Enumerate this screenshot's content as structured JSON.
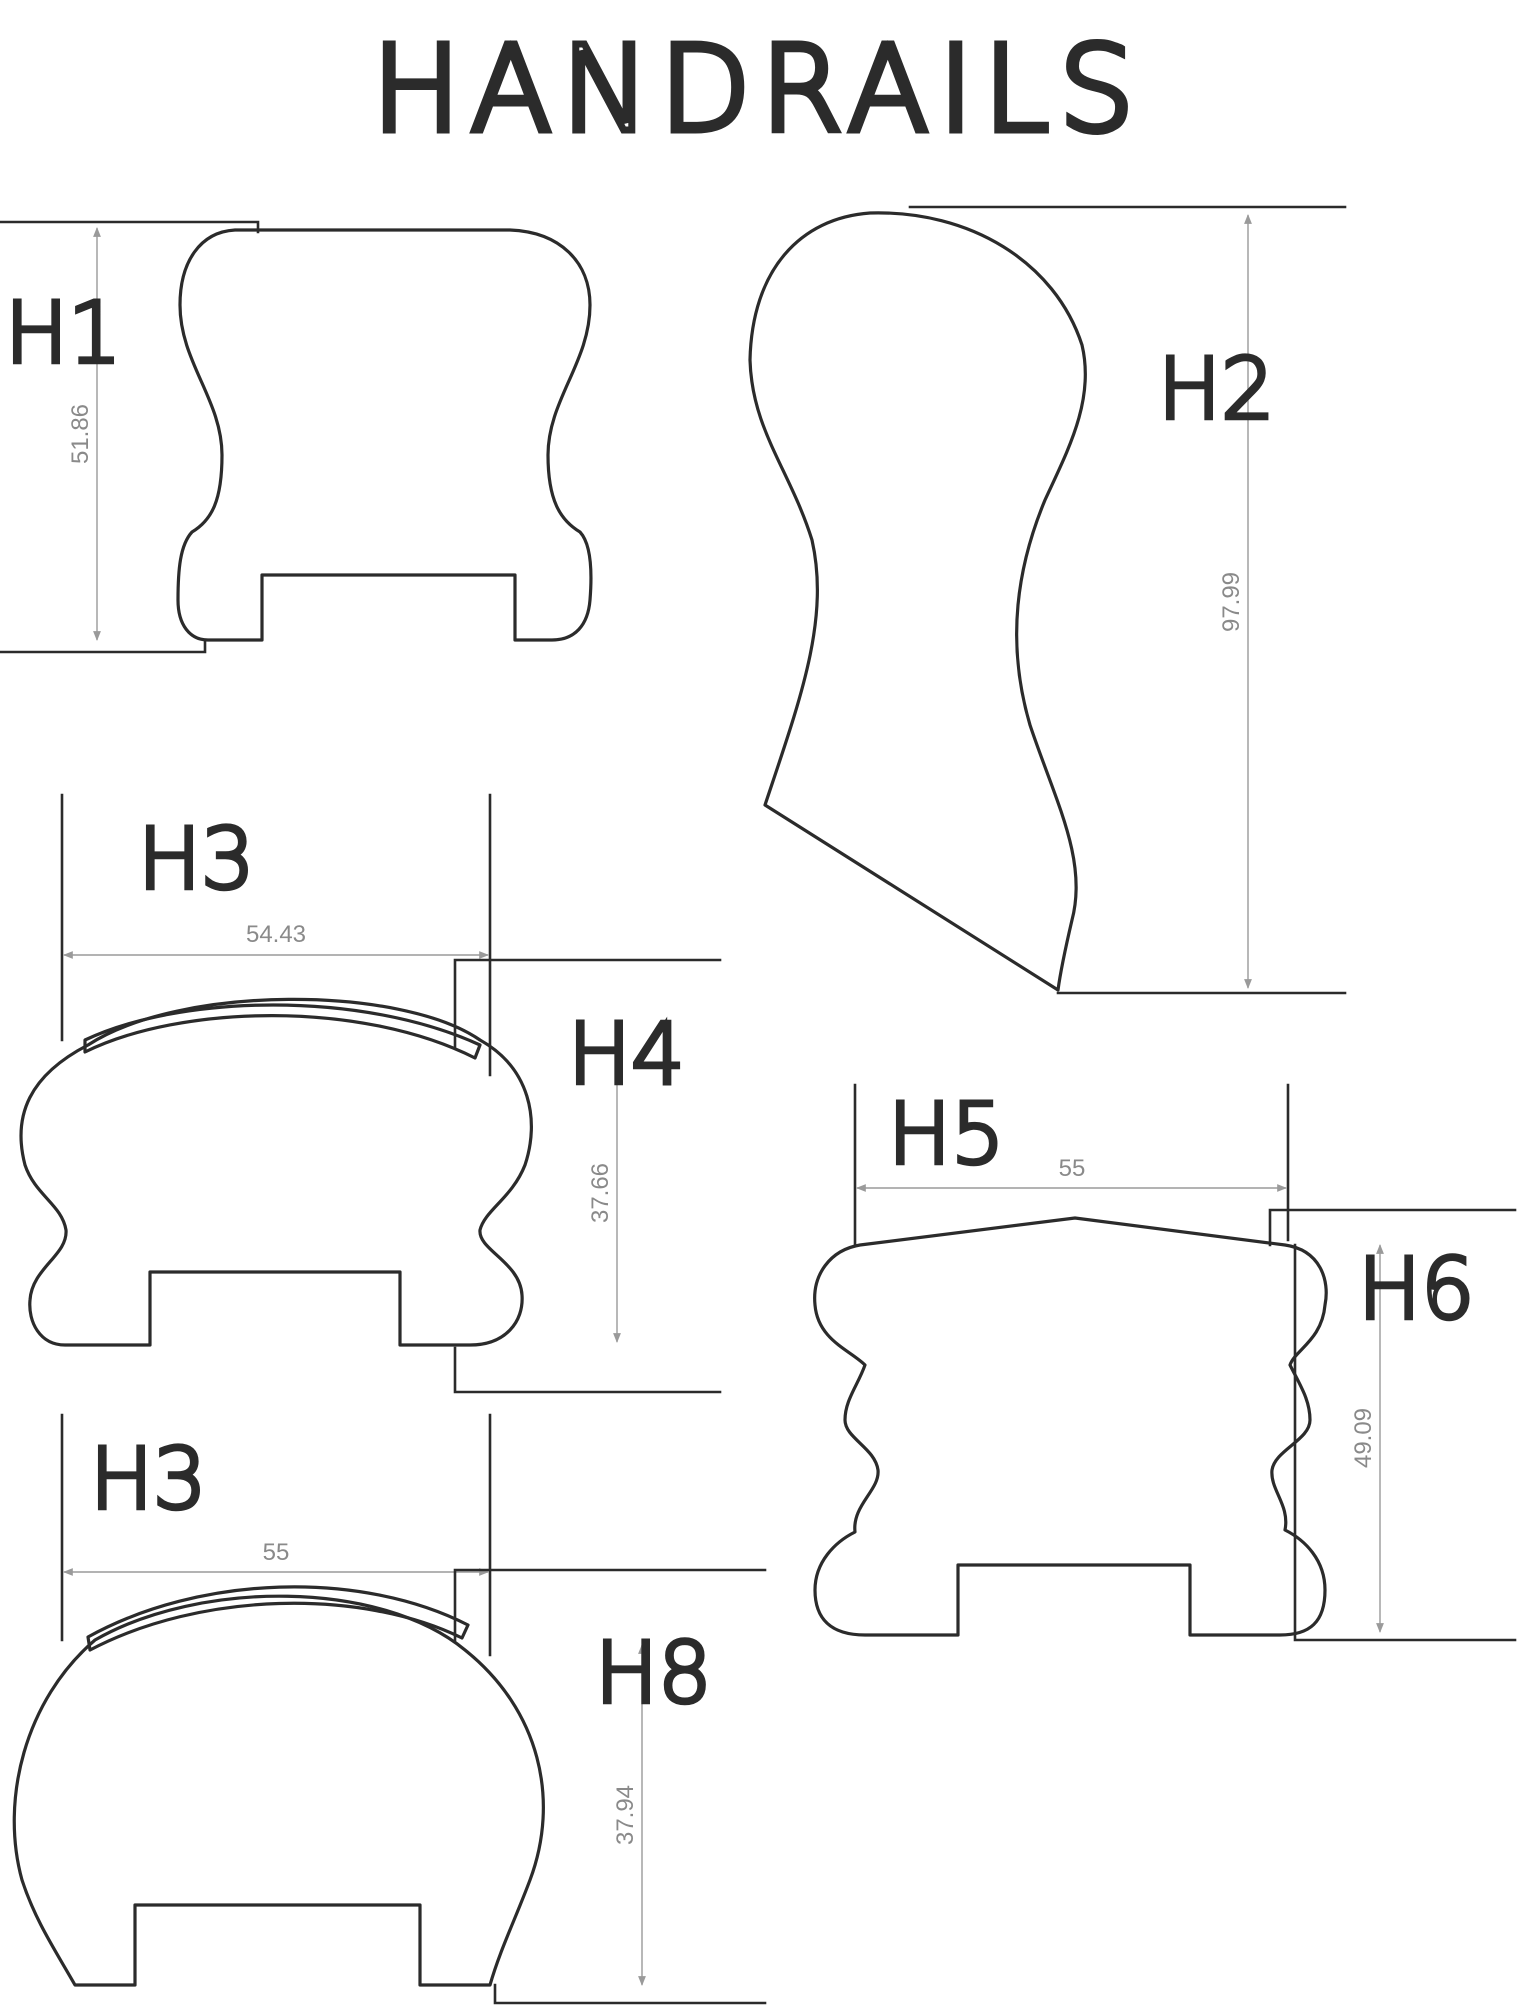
{
  "title": "HANDRAILS",
  "profiles": [
    {
      "id": "H1",
      "label": "H1",
      "dimension": "51.86"
    },
    {
      "id": "H2",
      "label": "H2",
      "dimension": "97.99"
    },
    {
      "id": "H3-upper",
      "label": "H3",
      "dimension": "54.43"
    },
    {
      "id": "H4",
      "label": "H4",
      "dimension": "37.66"
    },
    {
      "id": "H5",
      "label": "H5",
      "dimension": "55"
    },
    {
      "id": "H6",
      "label": "H6",
      "dimension": "49.09"
    },
    {
      "id": "H3-lower",
      "label": "H3",
      "dimension": "55"
    },
    {
      "id": "H8",
      "label": "H8",
      "dimension": "37.94"
    }
  ]
}
